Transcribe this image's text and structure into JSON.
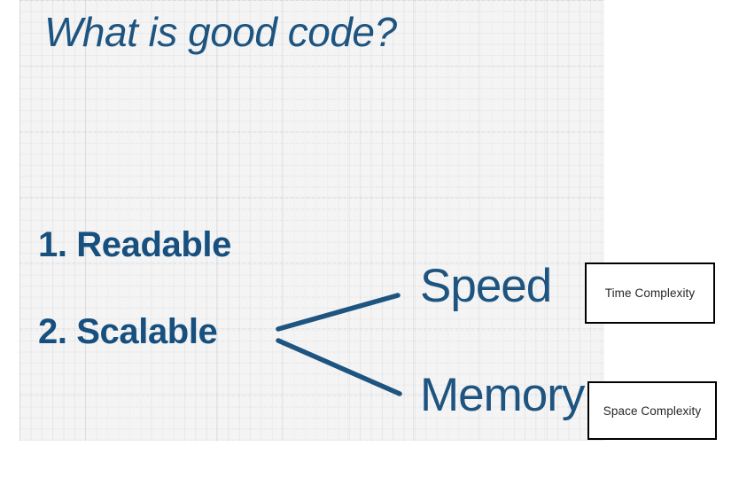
{
  "slide": {
    "title": "What is good code?",
    "background_color": "#f4f4f4",
    "accent_color": "#1d5480",
    "list": [
      {
        "label": "1. Readable"
      },
      {
        "label": "2. Scalable"
      }
    ],
    "branches": [
      {
        "label": "Speed"
      },
      {
        "label": "Memory"
      }
    ]
  },
  "annotations": [
    {
      "label": "Time Complexity",
      "border_color": "#000000",
      "background_color": "#ffffff",
      "text_color": "#262626"
    },
    {
      "label": "Space Complexity",
      "border_color": "#000000",
      "background_color": "#ffffff",
      "text_color": "#262626"
    }
  ],
  "connector": {
    "color": "#1d5480",
    "description": "bracket-lines-from-scalable-to-speed-and-memory"
  }
}
